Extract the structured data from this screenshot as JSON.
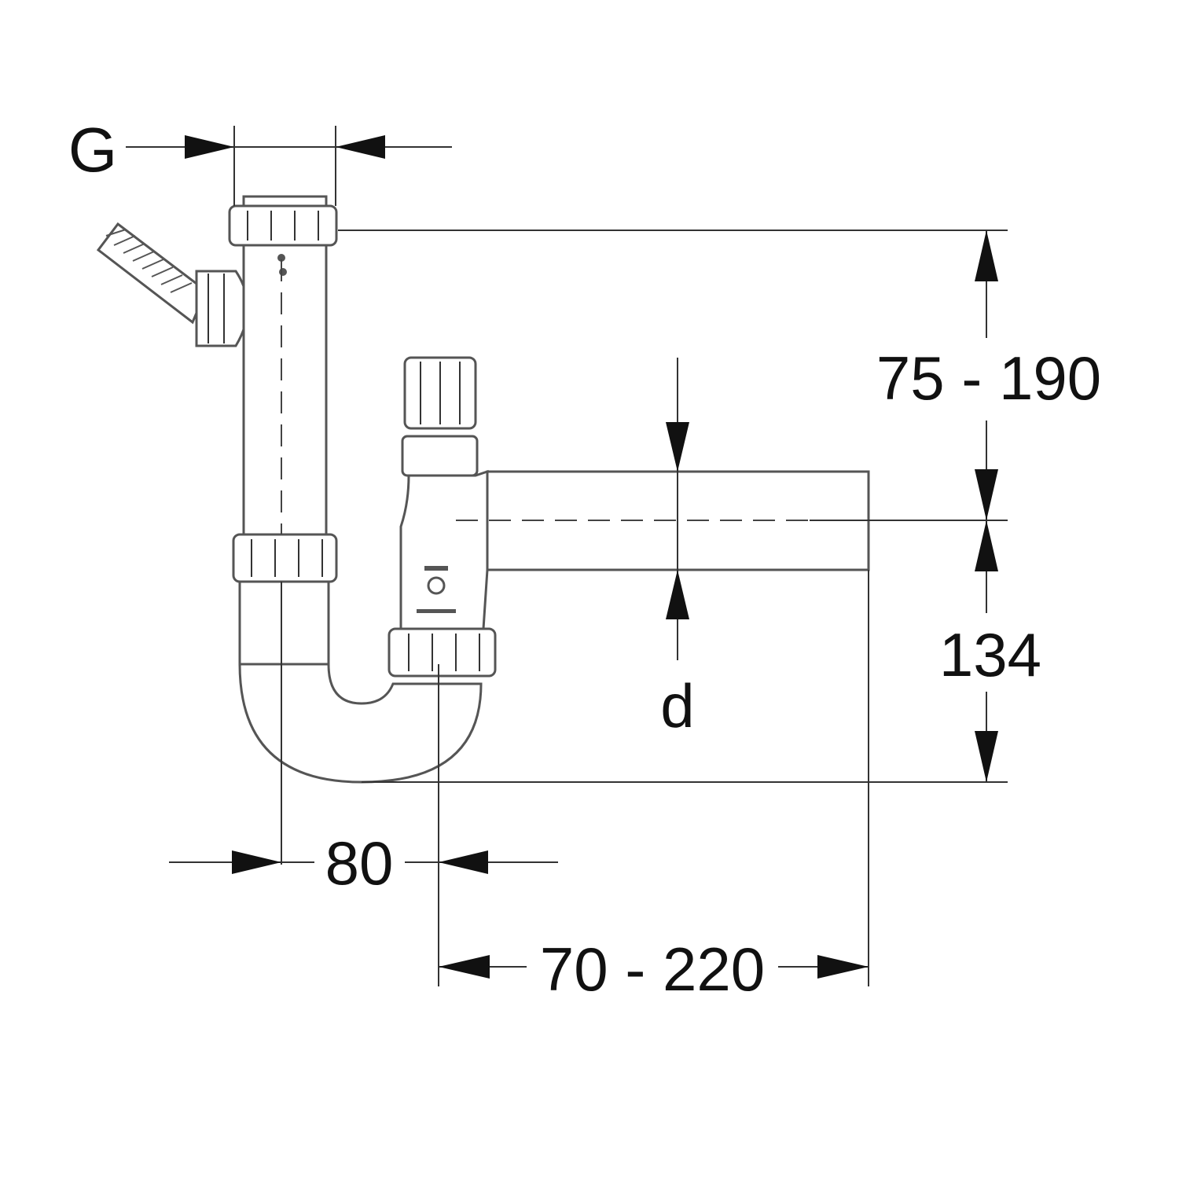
{
  "title": "Siphon dimension drawing",
  "labels": {
    "g": "G",
    "height_range": "75 - 190",
    "outlet_height": "134",
    "diameter": "d",
    "spacing": "80",
    "length_range": "70 - 220"
  },
  "colors": {
    "line": "#555555",
    "text": "#111111",
    "background": "#ffffff"
  }
}
